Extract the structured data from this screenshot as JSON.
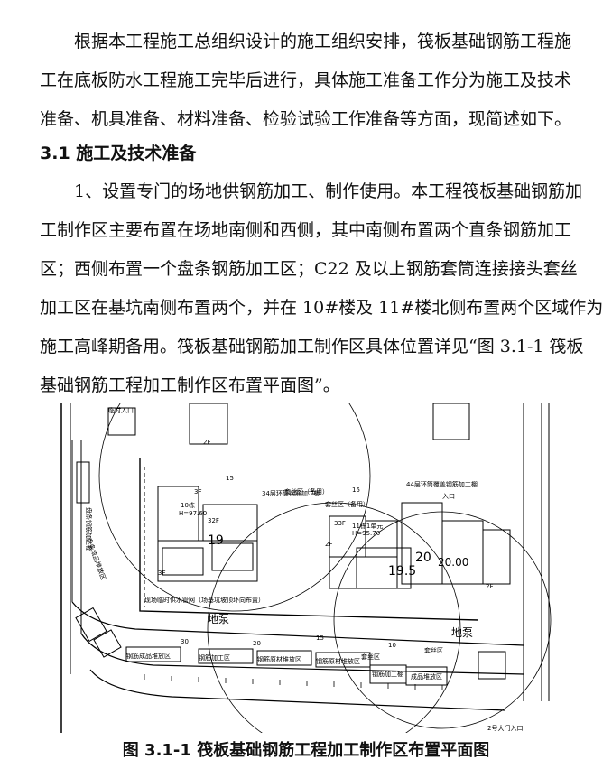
{
  "document": {
    "paragraph1": [
      "根据本工程施工总组织设计的施工组织安排，筏板基础钢筋工程施",
      "工在底板防水工程施工完毕后进行，具体施工准备工作分为施工及技术",
      "准备、机具准备、材料准备、检验试验工作准备等方面，现简述如下。"
    ],
    "section_heading": "3.1 施工及技术准备",
    "paragraph2": [
      "1、设置专门的场地供钢筋加工、制作使用。本工程筏板基础钢筋加",
      "工制作区主要布置在场地南侧和西侧，其中南侧布置两个直条钢筋加工",
      "区；西侧布置一个盘条钢筋加工区；C22 及以上钢筋套筒连接接头套丝",
      "加工区在基坑南侧布置两个，并在 10#楼及 11#楼北侧布置两个区域作为",
      "施工高峰期备用。筏板基础钢筋加工制作区具体位置详见“图 3.1-1 筏板",
      "基础钢筋工程加工制作区布置平面图”。"
    ],
    "figure_caption": "图 3.1-1 筏板基础钢筋工程加工制作区布置平面图"
  },
  "plan_labels": {
    "bldg_3f": "3F",
    "bldg_10": "10栋",
    "bldg_10_elev": "H=97.60",
    "bldg_32f": "32F",
    "bldg_33f": "33F",
    "bldg_11": "11栋1单元",
    "bldg_11_elev": "H=95.70",
    "bldg_2f_a": "2F",
    "bldg_2f_b": "2F",
    "bldg_2f_c": "2F",
    "bldg_3f_b": "3F",
    "big_a": "19",
    "big_b": "19.5",
    "big_c": "20",
    "big_d": "20.00",
    "thread_area_1": "套丝区（备用）",
    "thread_area_2": "套丝区（备用）",
    "thread_area_3": "套丝区",
    "thread_area_4": "套丝区",
    "basement_1": "地泵",
    "basement_2": "地泵",
    "rebar_stock_1": "钢筋成品堆放区",
    "rebar_stock_2": "成品堆放区",
    "rebar_proc_1": "钢筋加工区",
    "rebar_proc_2": "钢筋加工棚",
    "raw_1": "钢筋原材堆放区",
    "raw_2": "钢筋原材堆放区",
    "coil_area": "盘条钢筋加工棚",
    "coil_area_2": "盘条成品堆放区",
    "water_pipe": "现场临时供水管网（场基坑坡顶环向布置）",
    "gate_2": "2号大门入口",
    "entrance_1": "临时入口",
    "entrance_2": "入口",
    "dim_15a": "15",
    "dim_15b": "15",
    "dim_15c": "15",
    "dim_30": "30",
    "dim_20": "20",
    "dim_10": "10",
    "note_34": "34层环筒钢筋加工棚",
    "note_44": "44层环筒覆盖钢筋加工棚"
  }
}
